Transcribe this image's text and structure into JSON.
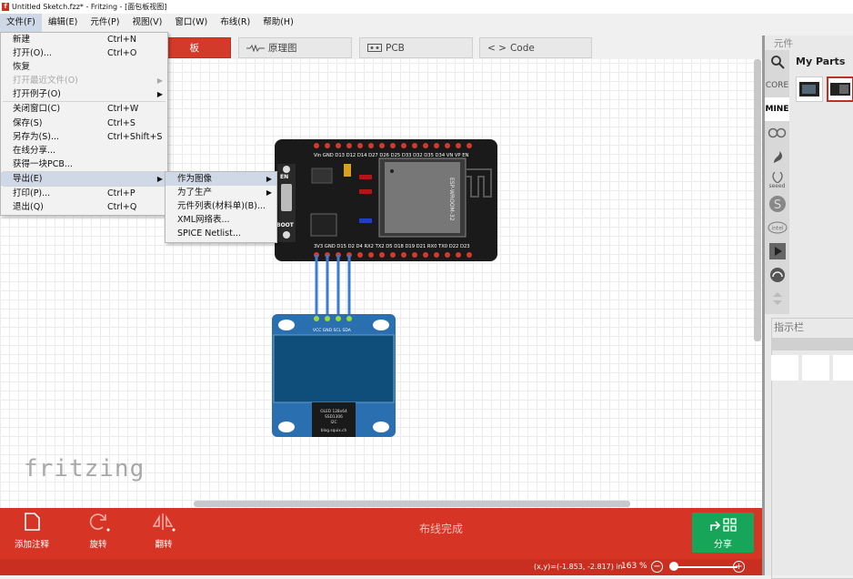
{
  "window": {
    "title": "Untitled Sketch.fzz* - Fritzing - [面包板视图]"
  },
  "menubar": [
    {
      "label": "文件(F)"
    },
    {
      "label": "编辑(E)"
    },
    {
      "label": "元件(P)"
    },
    {
      "label": "视图(V)"
    },
    {
      "label": "窗口(W)"
    },
    {
      "label": "布线(R)"
    },
    {
      "label": "帮助(H)"
    }
  ],
  "tabs": {
    "breadboard": "板",
    "schematic": "原理图",
    "pcb": "PCB",
    "code": "Code"
  },
  "file_menu": [
    {
      "label": "新建",
      "shortcut": "Ctrl+N"
    },
    {
      "label": "打开(O)...",
      "shortcut": "Ctrl+O"
    },
    {
      "label": "恢复",
      "shortcut": ""
    },
    {
      "label": "打开最近文件(O)",
      "shortcut": "",
      "disabled": true
    },
    {
      "label": "打开例子(O)",
      "shortcut": ""
    },
    {
      "label": "关闭窗口(C)",
      "shortcut": "Ctrl+W"
    },
    {
      "label": "保存(S)",
      "shortcut": "Ctrl+S"
    },
    {
      "label": "另存为(S)...",
      "shortcut": "Ctrl+Shift+S"
    },
    {
      "label": "在线分享...",
      "shortcut": ""
    },
    {
      "label": "获得一块PCB...",
      "shortcut": ""
    },
    {
      "label": "导出(E)",
      "shortcut": ""
    },
    {
      "label": "打印(P)...",
      "shortcut": "Ctrl+P"
    },
    {
      "label": "退出(Q)",
      "shortcut": "Ctrl+Q"
    }
  ],
  "export_menu": [
    {
      "label": "作为图像"
    },
    {
      "label": "为了生产"
    },
    {
      "label": "元件列表(材料单)(B)..."
    },
    {
      "label": "XML网络表..."
    },
    {
      "label": "SPICE Netlist..."
    }
  ],
  "esp32": {
    "top_pins": "Vin GND D13 D12 D14 D27 D26 D25 D33 D32 D35 D34 VN VP EN",
    "bottom_pins": "3V3 GND D15 D2 D4 RX2 TX2 D5 D18 D19 D21 RX0 TX0 D22 D23",
    "en_label": "EN",
    "boot_label": "BOOT",
    "module_text": "ESP-WROOM-32"
  },
  "oled": {
    "pins": "VCC GND SCL SDA",
    "chip_text": [
      "OLED 128x64",
      "SSD1306",
      "I2C",
      "blog.squix.ch"
    ]
  },
  "logo": "fritzing",
  "bottom_toolbar": {
    "add_note": "添加注释",
    "rotate": "旋转",
    "flip": "翻转",
    "routing_status": "布线完成",
    "share": "分享"
  },
  "status": {
    "coordinates": "(x,y)=(-1.853, -2.817) in",
    "zoom": "163 %"
  },
  "parts_panel": {
    "title": "元件",
    "core": "CORE",
    "mine": "MINE",
    "seeed": "seeed",
    "my_parts": "My Parts"
  },
  "inspector": {
    "title": "指示栏"
  },
  "colors": {
    "accent": "#d63526",
    "share": "#17a55a",
    "pcb_black": "#1a1a1a",
    "oled_blue": "#2a6fb0",
    "wire_blue": "#3e7bd0"
  }
}
